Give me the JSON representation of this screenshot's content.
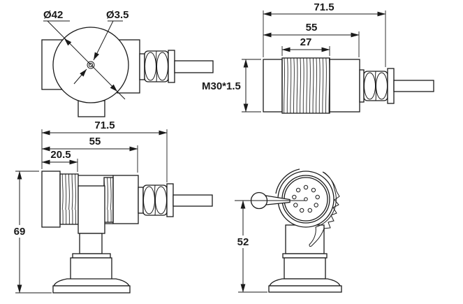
{
  "colors": {
    "background": "#ffffff",
    "line": "#1a1a1a"
  },
  "views": {
    "front": {
      "label_outer_diameter": "Ø42",
      "label_center_hole": "Ø3.5"
    },
    "side": {
      "label_overall_length": "71.5",
      "label_body_length": "55",
      "label_thread_length": "27",
      "label_thread_spec": "M30*1.5"
    },
    "side_mounted": {
      "label_overall_length": "71.5",
      "label_body_length": "55",
      "label_nose_length": "20.5",
      "label_overall_height": "69"
    },
    "front_mounted": {
      "label_axis_height": "52"
    }
  }
}
